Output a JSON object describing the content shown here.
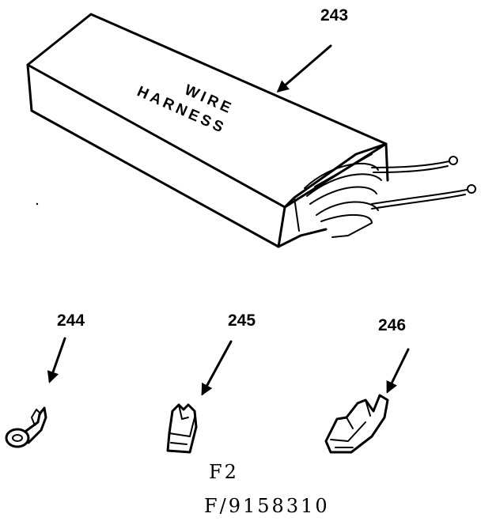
{
  "figure": {
    "box_label_line1": "WIRE",
    "box_label_line2": "HARNESS",
    "callouts": {
      "box": "243",
      "terminal_ring": "244",
      "terminal_middle": "245",
      "terminal_right": "246"
    },
    "figure_code": "F2",
    "part_reference": "F/9158310"
  },
  "icons": [
    "wire-harness-box-icon",
    "ring-terminal-icon",
    "spade-terminal-icon",
    "push-on-terminal-icon",
    "arrow-icon"
  ],
  "colors": {
    "line": "#000000",
    "background": "#ffffff"
  }
}
